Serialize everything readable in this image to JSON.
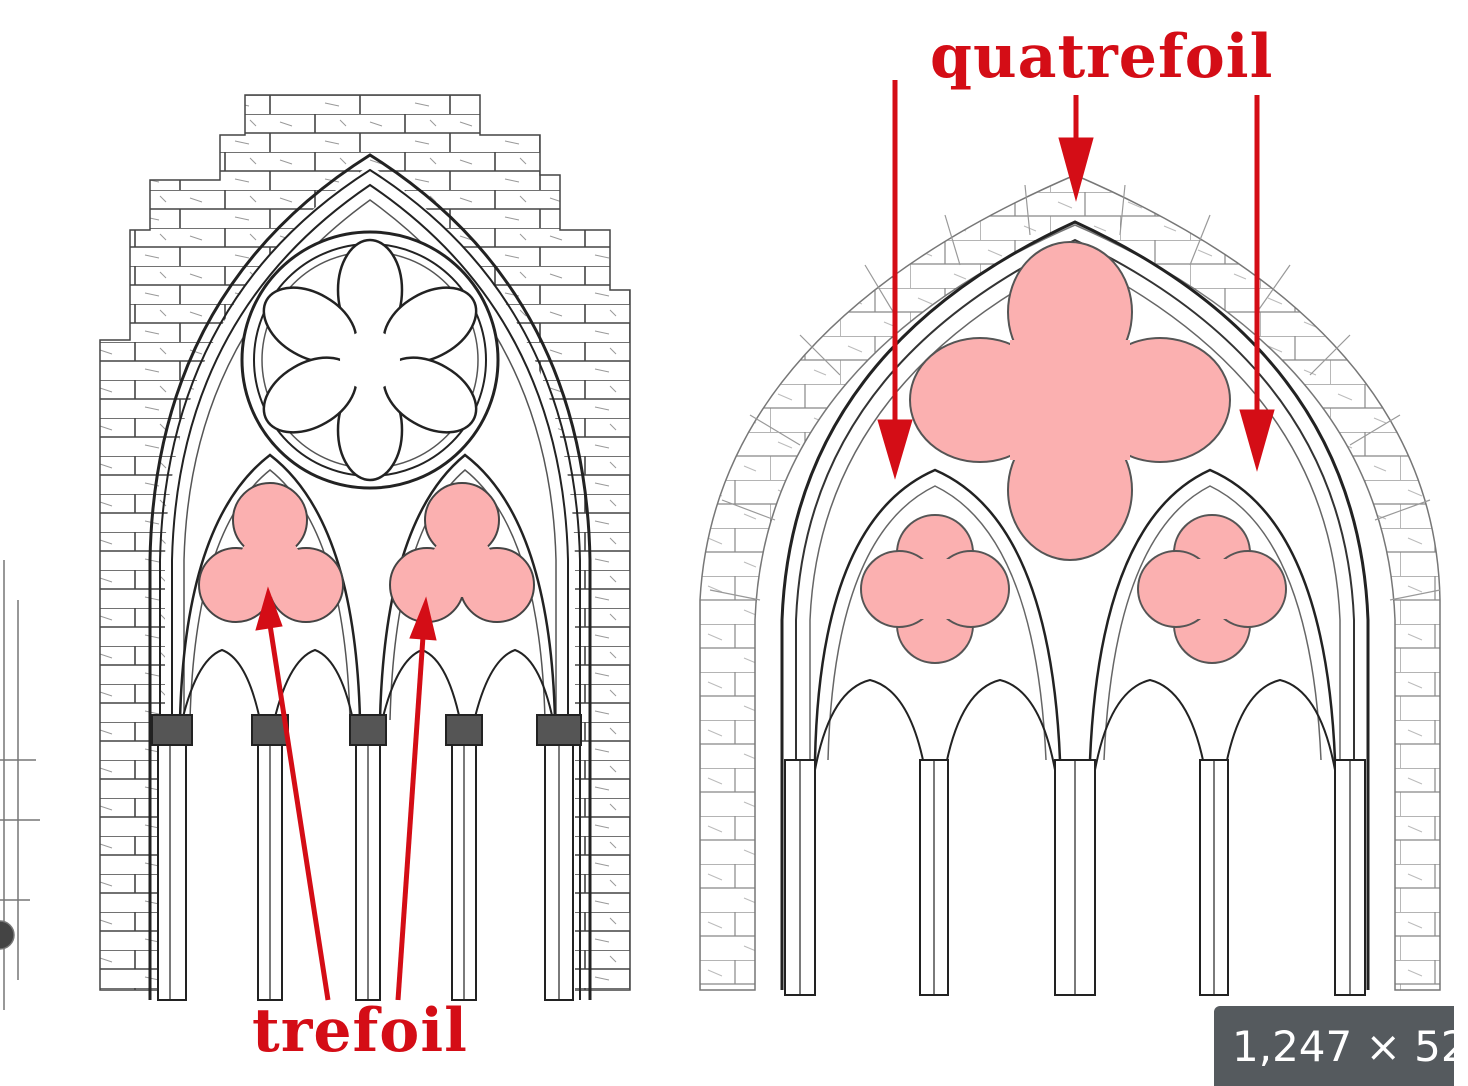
{
  "labels": {
    "quatrefoil": "quatrefoil",
    "trefoil": "trefoil"
  },
  "image_size_badge": "1,247 × 52",
  "colors": {
    "annotation_red": "#d40d16",
    "foil_fill": "#fbb0b0",
    "line_ink": "#222222",
    "stone_sketch": "#666666",
    "badge_bg": "#555a5e",
    "badge_text": "#ffffff"
  }
}
